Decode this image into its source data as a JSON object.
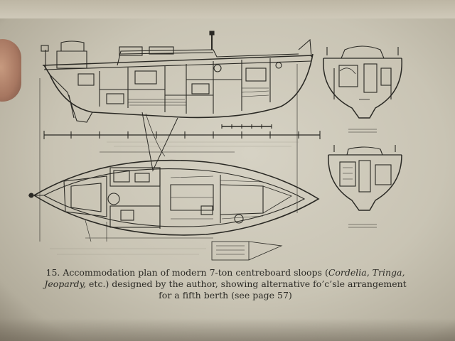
{
  "caption": {
    "figure_number": "15.",
    "text_1": " Accommodation plan of modern 7-ton centreboard sloops (",
    "italic_1": "Cordelia, Tringa,",
    "text_2": " ",
    "italic_2": "Jeopardy,",
    "text_3": " etc.) designed by the author, showing alternative fo’c’sle arrangement for a fifth berth (see page 57)"
  },
  "colors": {
    "paper": "#d3cfc1",
    "ink": "#2a2924",
    "thumb": "#b0806a"
  }
}
